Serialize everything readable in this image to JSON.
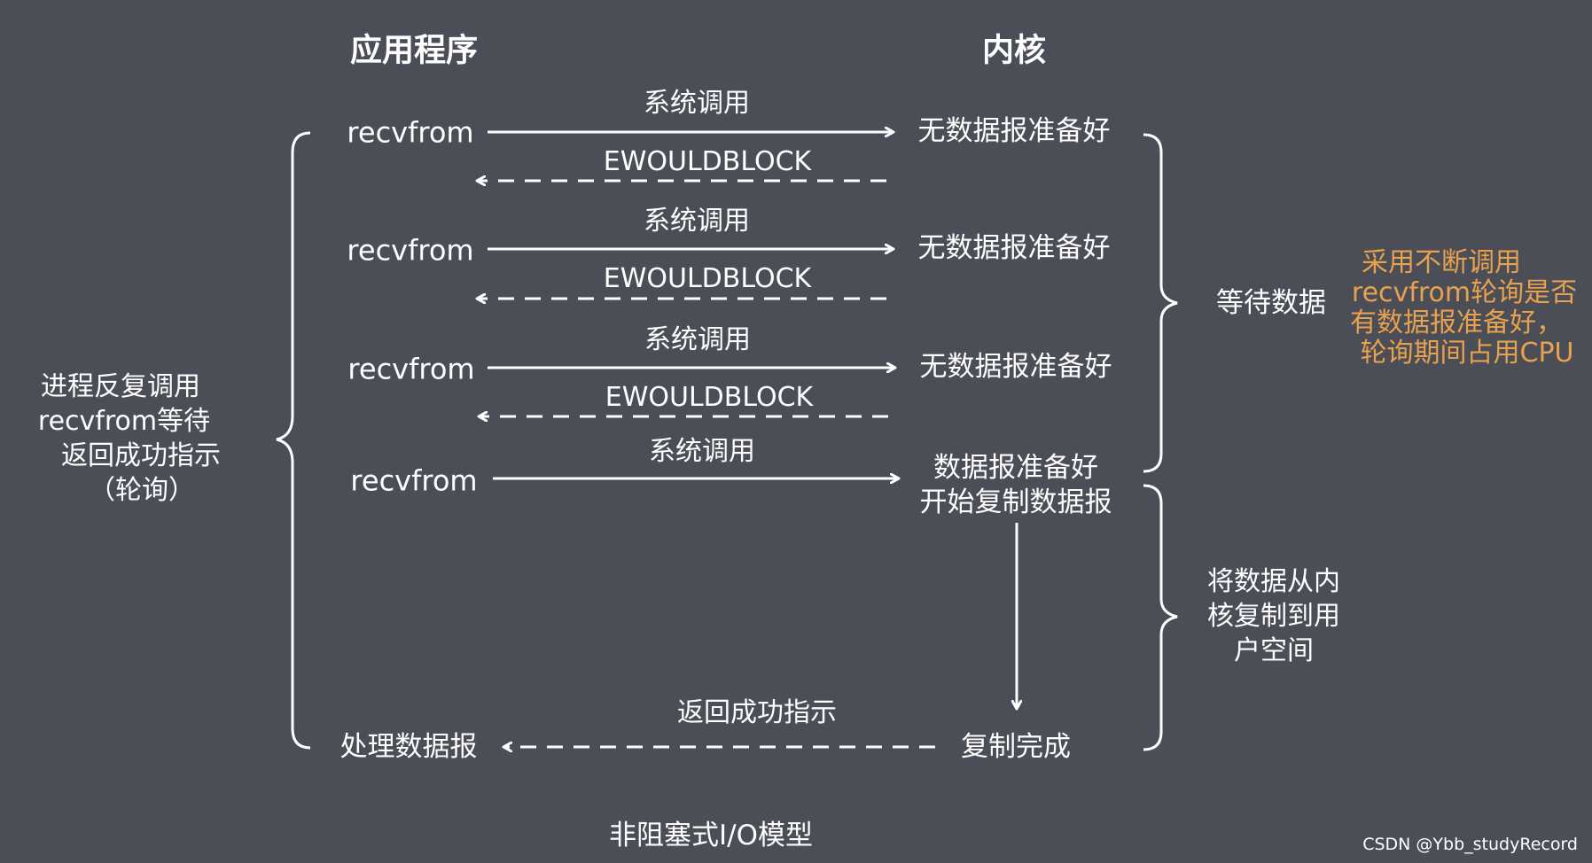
{
  "headers": {
    "application": "应用程序",
    "kernel": "内核"
  },
  "rounds": [
    {
      "app_call": "recvfrom",
      "arrow_label": "系统调用",
      "kernel_state": "无数据报准备好",
      "return_label": "EWOULDBLOCK"
    },
    {
      "app_call": "recvfrom",
      "arrow_label": "系统调用",
      "kernel_state": "无数据报准备好",
      "return_label": "EWOULDBLOCK"
    },
    {
      "app_call": "recvfrom",
      "arrow_label": "系统调用",
      "kernel_state": "无数据报准备好",
      "return_label": "EWOULDBLOCK"
    },
    {
      "app_call": "recvfrom",
      "arrow_label": "系统调用",
      "kernel_state_lines": [
        "数据报准备好",
        "开始复制数据报"
      ]
    }
  ],
  "final": {
    "app_action": "处理数据报",
    "return_label": "返回成功指示",
    "kernel_state": "复制完成"
  },
  "left_note_lines": [
    "进程反复调用",
    "recvfrom等待",
    "返回成功指示",
    "（轮询）"
  ],
  "wait_label": "等待数据",
  "copy_label_lines": [
    "将数据从内",
    "核复制到用",
    "户空间"
  ],
  "annotation_lines": [
    "采用不断调用",
    "recvfrom轮询是否",
    "有数据报准备好，",
    "轮询期间占用CPU"
  ],
  "caption": "非阻塞式I/O模型",
  "watermark": "CSDN @Ybb_studyRecord",
  "colors": {
    "background": "#4b4e57",
    "foreground": "#ffffff",
    "annotation": "#e7a14f"
  }
}
